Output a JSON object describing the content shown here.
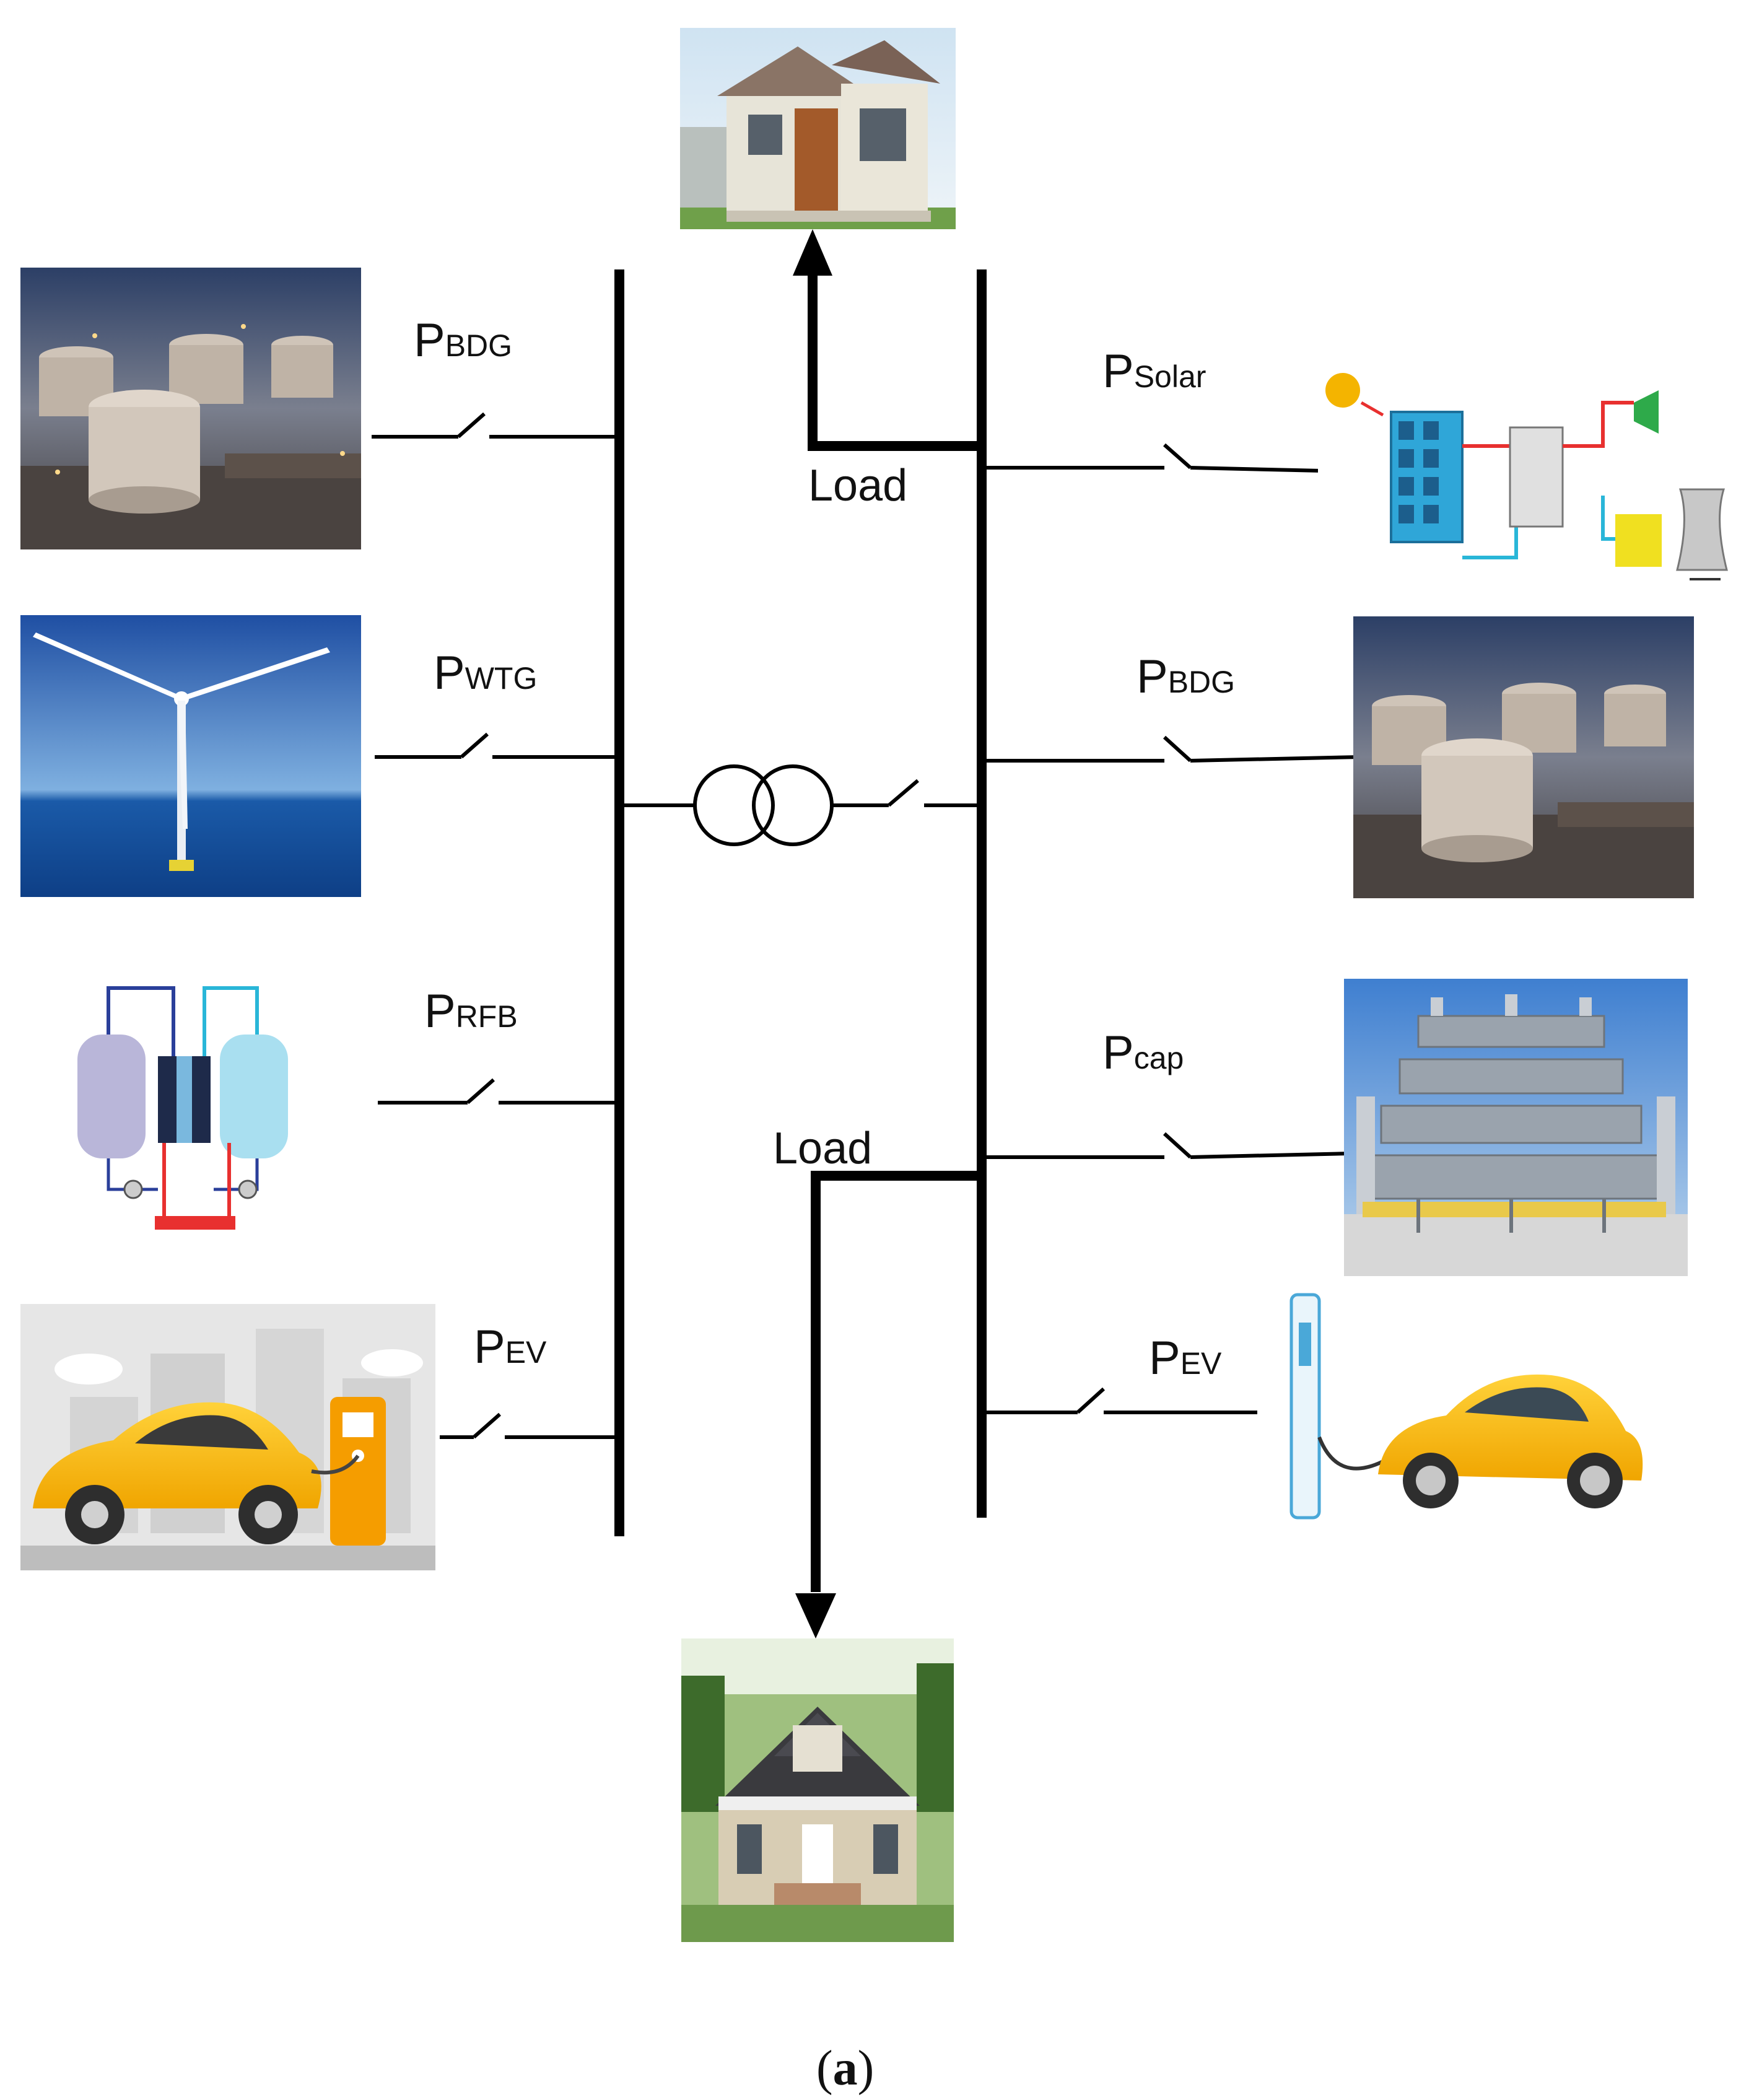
{
  "labels": {
    "left_bdg": {
      "main": "P",
      "sub": "BDG"
    },
    "left_wtg": {
      "main": "P",
      "sub": "WTG"
    },
    "left_rfb": {
      "main": "P",
      "sub": "RFB"
    },
    "left_ev": {
      "main": "P",
      "sub": "EV"
    },
    "right_solar": {
      "main": "P",
      "sub": "Solar"
    },
    "right_bdg": {
      "main": "P",
      "sub": "BDG"
    },
    "right_cap": {
      "main": "P",
      "sub": "cap"
    },
    "right_ev": {
      "main": "P",
      "sub": "EV"
    },
    "load_top": "Load",
    "load_bottom": "Load",
    "caption": {
      "open": "(",
      "letter": "a",
      "close": ")"
    }
  },
  "images": {
    "house_top": "house-icon",
    "house_bottom": "house-icon",
    "storage_tanks_left": "storage-tank-icon",
    "wind_turbine": "wind-turbine-icon",
    "redox_flow_battery": "flow-battery-icon",
    "ev_charging_left": "ev-charging-icon",
    "solar_plant": "solar-thermal-plant-icon",
    "storage_tanks_right": "storage-tank-icon",
    "capacitor_bank": "capacitor-bank-icon",
    "ev_charging_right": "ev-charging-icon",
    "transformer": "transformer-icon"
  },
  "colors": {
    "line": "#000000",
    "sky_blue": "#3a6fb5",
    "car_yellow": "#f5b800",
    "solar_cyan": "#29b6d8",
    "battery_red": "#e8302f"
  }
}
